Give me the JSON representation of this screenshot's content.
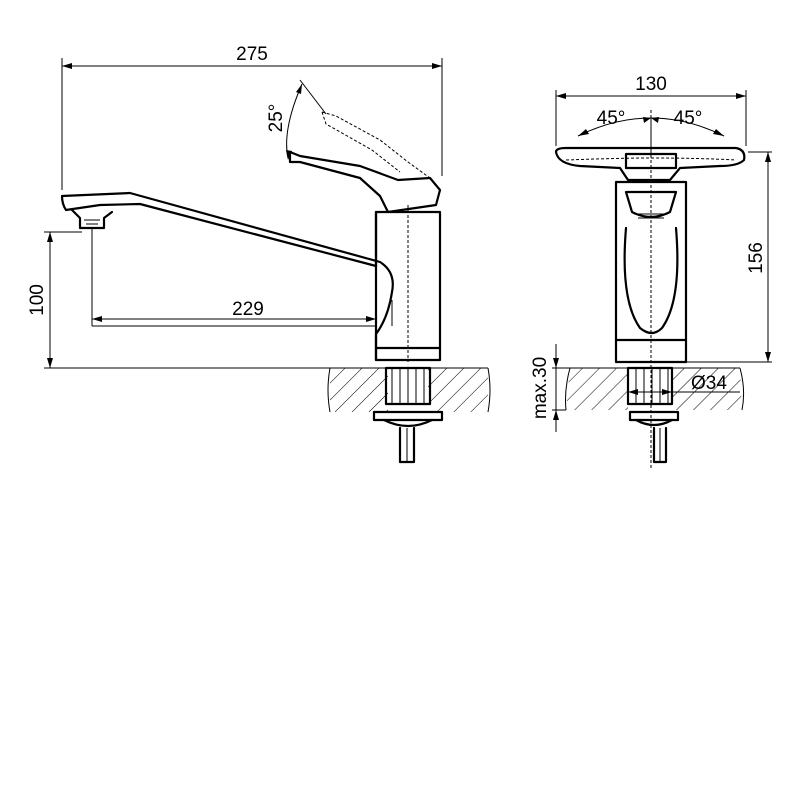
{
  "dimensions": {
    "overall_length": "275",
    "spout_reach": "229",
    "spout_height": "100",
    "lever_angle": "25°",
    "width": "130",
    "rotation_left": "45°",
    "rotation_right": "45°",
    "total_height": "156",
    "max_deck_thickness": "max.30",
    "hole_diameter": "Ø34"
  }
}
